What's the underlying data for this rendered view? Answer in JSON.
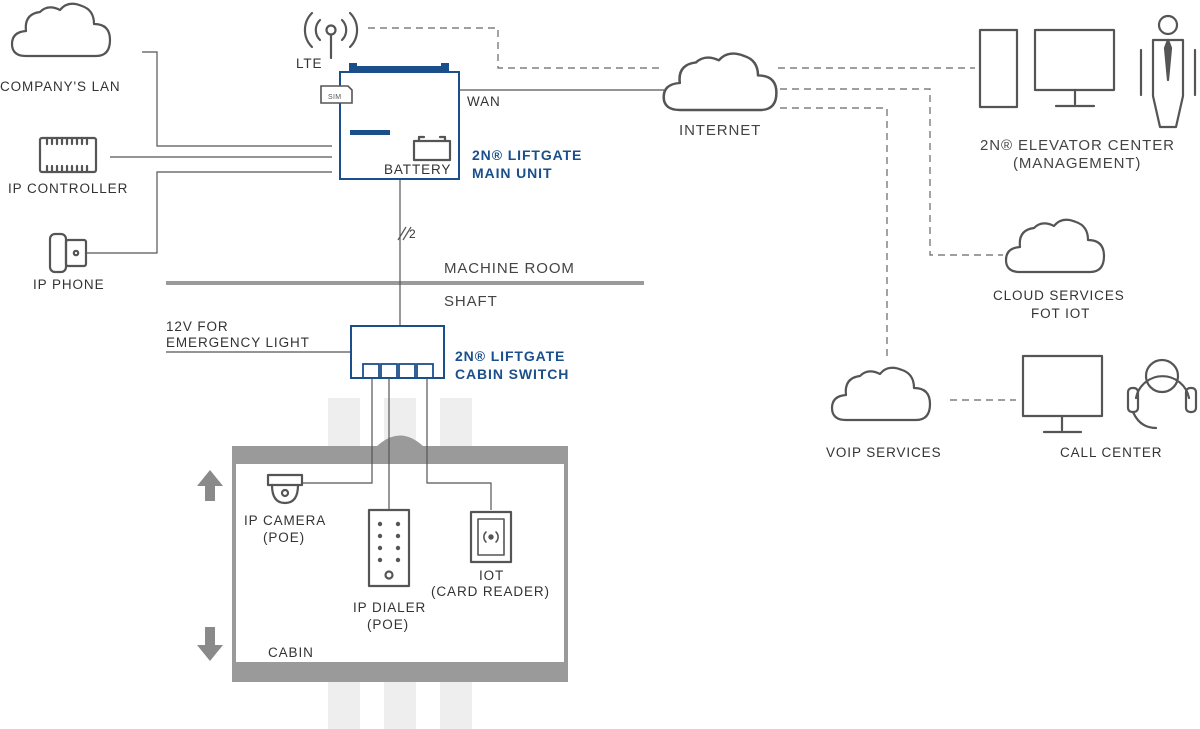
{
  "labels": {
    "company_lan": "COMPANY'S LAN",
    "ip_controller": "IP CONTROLLER",
    "ip_phone": "IP PHONE",
    "lte": "LTE",
    "wan": "WAN",
    "battery": "BATTERY",
    "sim": "SIM",
    "main_unit_line1": "2N® LIFTGATE",
    "main_unit_line2": "MAIN UNIT",
    "cable_count": "2",
    "machine_room": "MACHINE ROOM",
    "shaft": "SHAFT",
    "emergency_line1": "12V FOR",
    "emergency_line2": "EMERGENCY LIGHT",
    "cabin_switch_line1": "2N® LIFTGATE",
    "cabin_switch_line2": "CABIN SWITCH",
    "ip_camera_line1": "IP CAMERA",
    "ip_camera_line2": "(POE)",
    "ip_dialer_line1": "IP DIALER",
    "ip_dialer_line2": "(POE)",
    "iot_line1": "IOT",
    "iot_line2": "(CARD READER)",
    "cabin": "CABIN",
    "internet": "INTERNET",
    "elevator_center_line1": "2N® ELEVATOR CENTER",
    "elevator_center_line2": "(MANAGEMENT)",
    "cloud_services_line1": "CLOUD SERVICES",
    "cloud_services_line2": "FOT IOT",
    "voip_services": "VOIP SERVICES",
    "call_center": "CALL CENTER"
  },
  "icons": {
    "cloud": "cloud-icon",
    "controller": "ip-controller-icon",
    "phone": "ip-phone-icon",
    "antenna": "lte-antenna-icon",
    "sim": "sim-card-icon",
    "battery": "battery-icon",
    "camera": "dome-camera-icon",
    "dialer": "keypad-icon",
    "card_reader": "card-reader-icon",
    "arrow_up": "arrow-up-icon",
    "arrow_down": "arrow-down-icon",
    "server": "server-tower-icon",
    "monitor": "monitor-icon",
    "person": "person-icon",
    "headset": "headset-icon"
  },
  "colors": {
    "brand_blue": "#1b4f8c",
    "line_gray": "#555555",
    "cabin_gray": "#9a9a9a",
    "rail_gray": "#eeeeee"
  }
}
